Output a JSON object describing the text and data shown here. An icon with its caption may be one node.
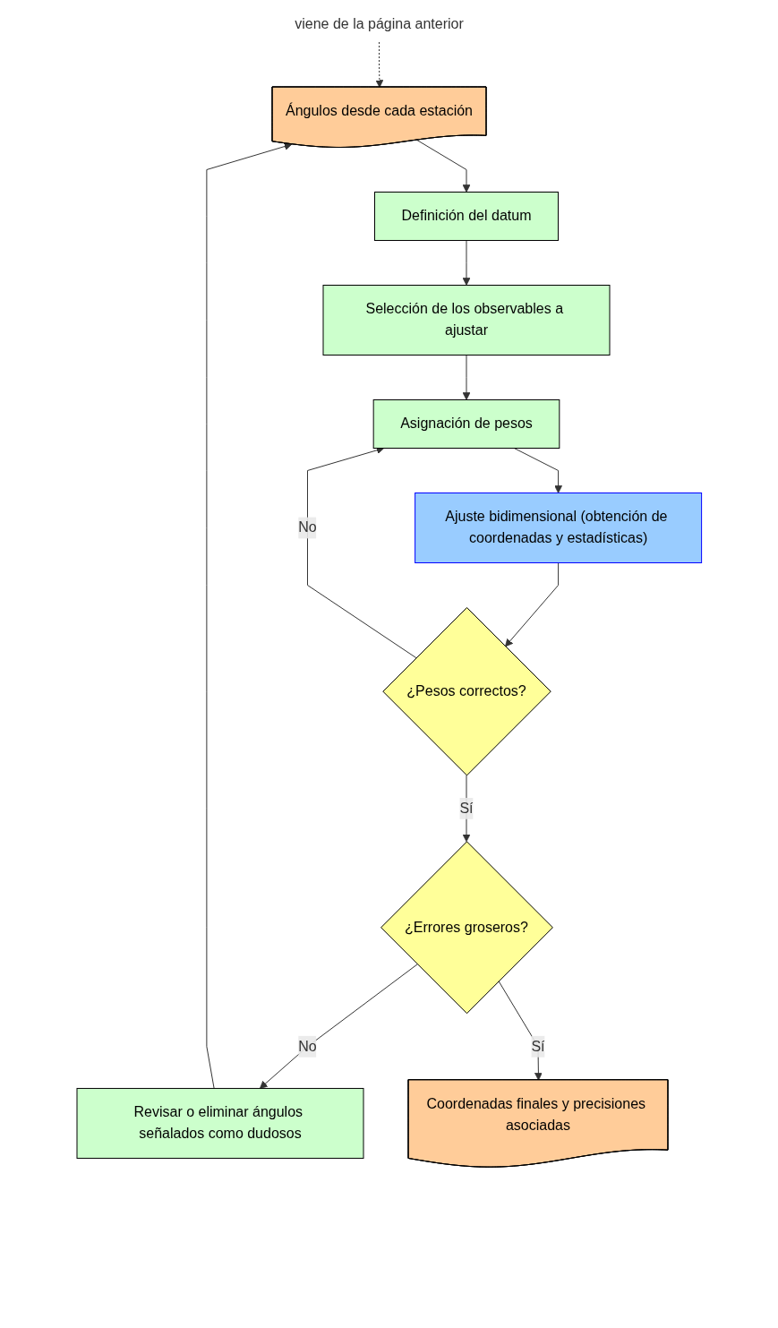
{
  "diagram": {
    "nodes": [
      {
        "text": [
          "viene de la página anterior"
        ]
      },
      {
        "text": [
          "Ángulos desde cada estación"
        ]
      },
      {
        "text": [
          "Definición del datum"
        ]
      },
      {
        "text": [
          "Selección de los observables a ajustar"
        ]
      },
      {
        "text": [
          "Asignación de pesos"
        ]
      },
      {
        "text": [
          "Ajuste bidimensional (obtención de coordenadas y estadísticas)"
        ]
      },
      {
        "text": [
          "¿Pesos correctos?"
        ]
      },
      {
        "text": [
          "¿Errores groseros?"
        ]
      },
      {
        "text": [
          "Revisar o eliminar ángulos señalados como dudosos"
        ]
      },
      {
        "text": [
          "Coordenadas finales y precisiones asociadas"
        ]
      }
    ],
    "edges": [
      {
        "from": 0,
        "to": 1,
        "arrow": "to",
        "style": "dashed"
      },
      {
        "from": 1,
        "to": 2,
        "arrow": "to"
      },
      {
        "from": 2,
        "to": 3,
        "arrow": "to"
      },
      {
        "from": 3,
        "to": 4,
        "arrow": "to"
      },
      {
        "from": 4,
        "to": 5,
        "arrow": "to"
      },
      {
        "from": 5,
        "to": 6,
        "arrow": "to"
      },
      {
        "from": 6,
        "to": 4,
        "arrow": "to",
        "label": "No"
      },
      {
        "from": 6,
        "to": 7,
        "arrow": "to",
        "label": "Sí"
      },
      {
        "from": 7,
        "to": 8,
        "arrow": "to",
        "label": "No"
      },
      {
        "from": 7,
        "to": 9,
        "arrow": "to",
        "label": "Sí"
      },
      {
        "from": 8,
        "to": 1,
        "arrow": "to"
      }
    ]
  }
}
